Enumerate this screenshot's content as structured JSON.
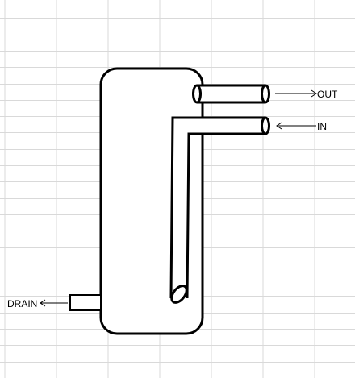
{
  "labels": {
    "out": "OUT",
    "in": "IN",
    "drain": "DRAIN"
  },
  "colors": {
    "grid": "#d9d9d9",
    "stroke": "#000000",
    "background": "#ffffff"
  }
}
